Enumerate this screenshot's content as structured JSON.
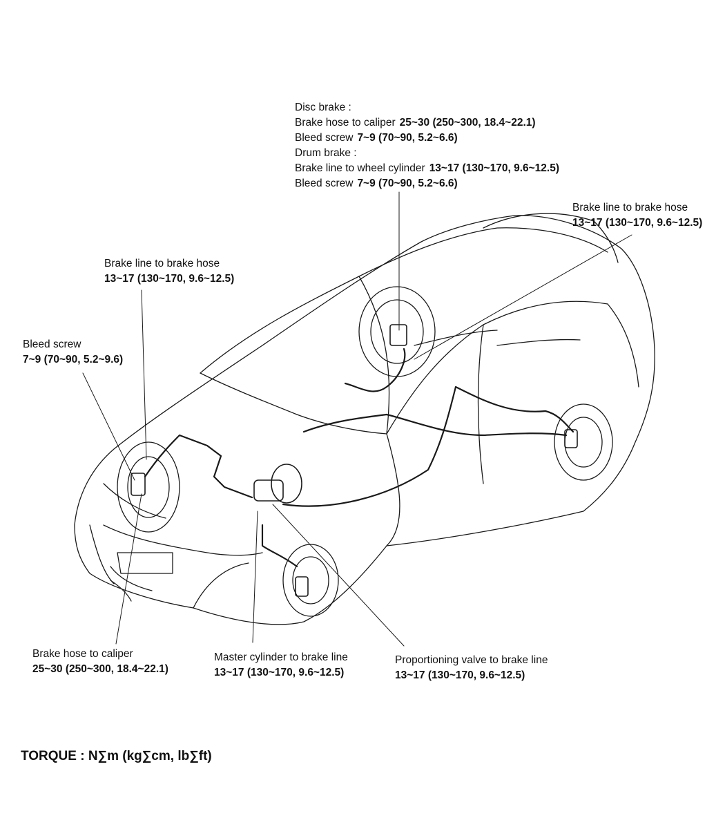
{
  "callouts": {
    "disc": {
      "l1": "Disc brake :",
      "l2a": "Brake hose to caliper",
      "l2b": "25~30 (250~300, 18.4~22.1)",
      "l3a": "Bleed screw",
      "l3b": "7~9 (70~90, 5.2~6.6)",
      "l4": "Drum brake :",
      "l5a": "Brake line to wheel cylinder",
      "l5b": "13~17 (130~170, 9.6~12.5)",
      "l6a": "Bleed screw",
      "l6b": "7~9 (70~90, 5.2~6.6)"
    },
    "rear_right_hose": {
      "label": "Brake line to brake hose",
      "value": "13~17 (130~170, 9.6~12.5)"
    },
    "left_front_hose": {
      "label": "Brake line to brake hose",
      "value": "13~17 (130~170, 9.6~12.5)"
    },
    "bleed_screw": {
      "label": "Bleed screw",
      "value": "7~9 (70~90, 5.2~9.6)"
    },
    "brake_hose_caliper": {
      "label": "Brake hose to caliper",
      "value": "25~30 (250~300, 18.4~22.1)"
    },
    "master_cylinder": {
      "label": "Master cylinder to brake line",
      "value": "13~17 (130~170, 9.6~12.5)"
    },
    "proportioning_valve": {
      "label": "Proportioning valve to brake line",
      "value": "13~17 (130~170, 9.6~12.5)"
    }
  },
  "footer": {
    "torque": "TORQUE : N∑m (kg∑cm, lb∑ft)"
  }
}
